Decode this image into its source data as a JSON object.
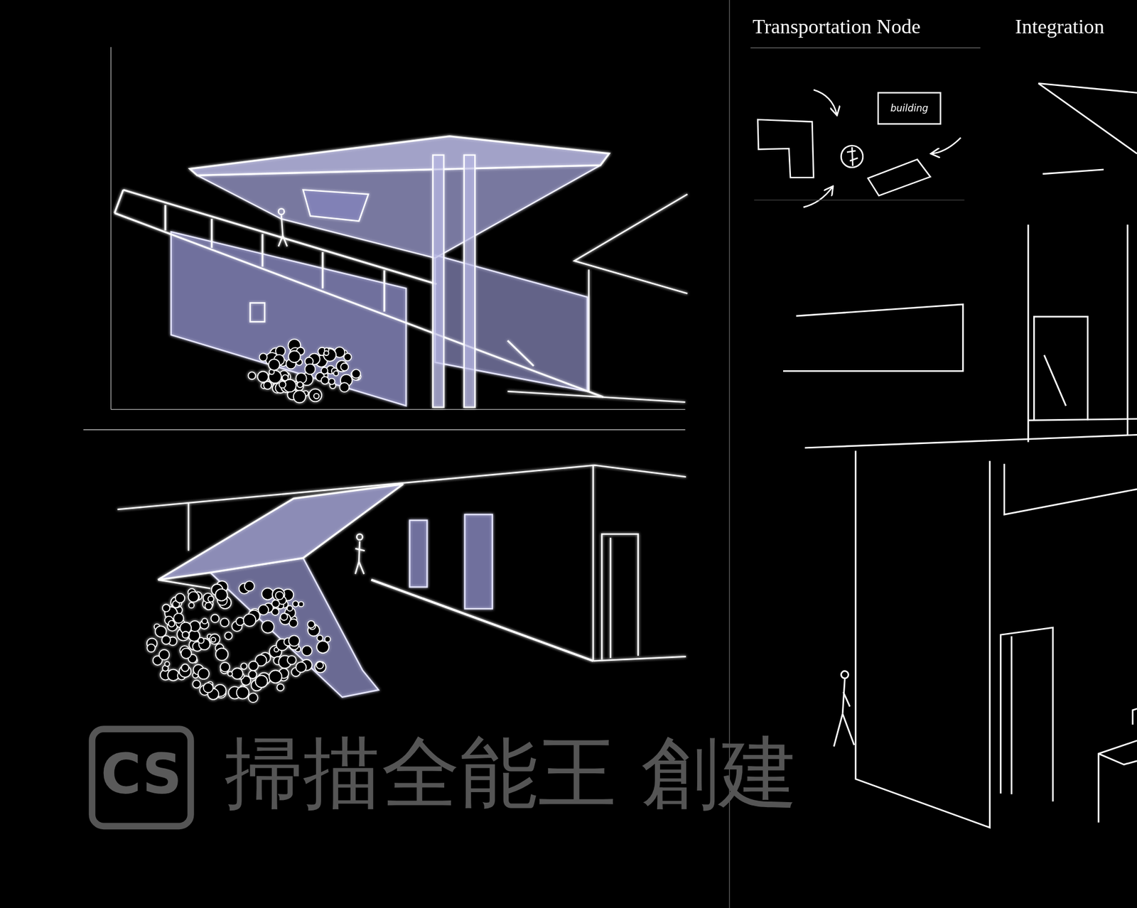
{
  "diagram": {
    "nodes": [
      {
        "text": [
          "building"
        ]
      }
    ],
    "labels": [
      "Transportation Node",
      "Integration",
      "CS",
      "掃描全能王 創建"
    ]
  }
}
